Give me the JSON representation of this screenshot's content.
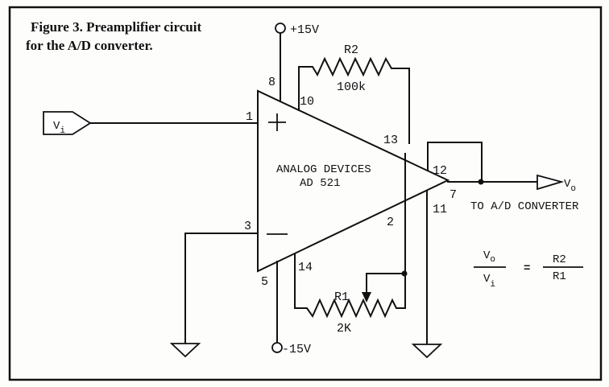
{
  "figure": {
    "title_line1": "Figure 3. Preamplifier circuit",
    "title_line2": "for the A/D converter."
  },
  "amplifier": {
    "name_line1": "ANALOG DEVICES",
    "name_line2": "AD 521",
    "plus_symbol": "+",
    "minus_symbol": "—",
    "pins": {
      "p1": "1",
      "p2": "2",
      "p3": "3",
      "p5": "5",
      "p7": "7",
      "p8": "8",
      "p10": "10",
      "p11": "11",
      "p12": "12",
      "p13": "13",
      "p14": "14"
    }
  },
  "supplies": {
    "positive": "+15V",
    "negative": "-15V"
  },
  "resistors": {
    "r2": {
      "name": "R2",
      "value": "100k"
    },
    "r1": {
      "name": "R1",
      "value": "2K"
    }
  },
  "input": {
    "label": "V",
    "subscript": "i"
  },
  "output": {
    "label": "V",
    "subscript": "o",
    "destination": "TO A/D CONVERTER"
  },
  "equation": {
    "lhs_num": "V",
    "lhs_num_sub": "o",
    "lhs_den": "V",
    "lhs_den_sub": "i",
    "equals": "=",
    "rhs_num": "R2",
    "rhs_den": "R1"
  },
  "icons": [
    "terminal-circle-icon",
    "ground-icon",
    "resistor-icon",
    "potentiometer-icon",
    "junction-dot-icon",
    "signal-connector-icon"
  ]
}
